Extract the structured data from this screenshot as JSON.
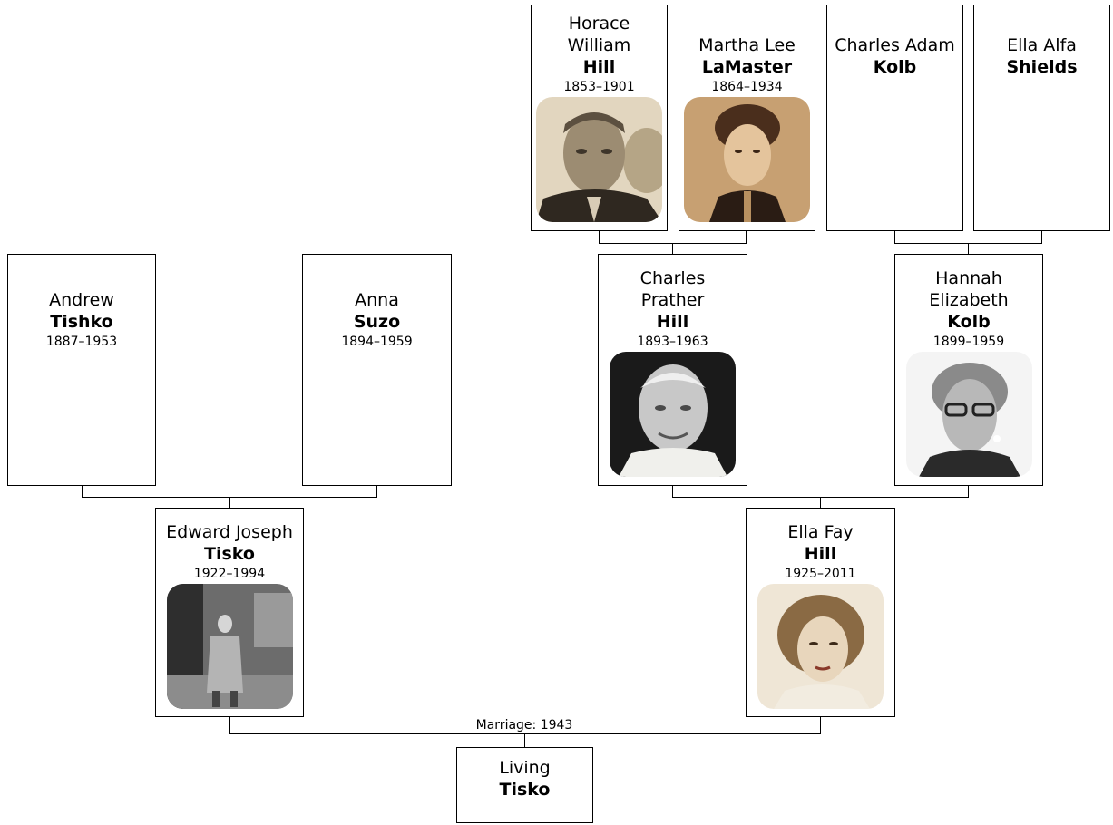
{
  "people": {
    "horace": {
      "given": "Horace\nWilliam",
      "surname": "Hill",
      "dates": "1853–1901",
      "photo": "portrait-photo"
    },
    "martha": {
      "given": "Martha Lee",
      "surname": "LaMaster",
      "dates": "1864–1934",
      "photo": "portrait-photo"
    },
    "charles_adam": {
      "given": "Charles Adam",
      "surname": "Kolb"
    },
    "ella_alfa": {
      "given": "Ella Alfa",
      "surname": "Shields"
    },
    "andrew": {
      "given": "Andrew",
      "surname": "Tishko",
      "dates": "1887–1953"
    },
    "anna": {
      "given": "Anna",
      "surname": "Suzo",
      "dates": "1894–1959"
    },
    "charles_prather": {
      "given": "Charles\nPrather",
      "surname": "Hill",
      "dates": "1893–1963",
      "photo": "portrait-photo"
    },
    "hannah": {
      "given": "Hannah\nElizabeth",
      "surname": "Kolb",
      "dates": "1899–1959",
      "photo": "portrait-photo"
    },
    "edward": {
      "given": "Edward Joseph",
      "surname": "Tisko",
      "dates": "1922–1994",
      "photo": "portrait-photo"
    },
    "ella_fay": {
      "given": "Ella Fay",
      "surname": "Hill",
      "dates": "1925–2011",
      "photo": "portrait-photo"
    },
    "living": {
      "given": "Living",
      "surname": "Tisko"
    }
  },
  "marriage_label": "Marriage: 1943",
  "colors": {
    "border": "#000000",
    "background": "#ffffff",
    "sepia": "#c9a77c",
    "bw": "#8a8a8a"
  }
}
